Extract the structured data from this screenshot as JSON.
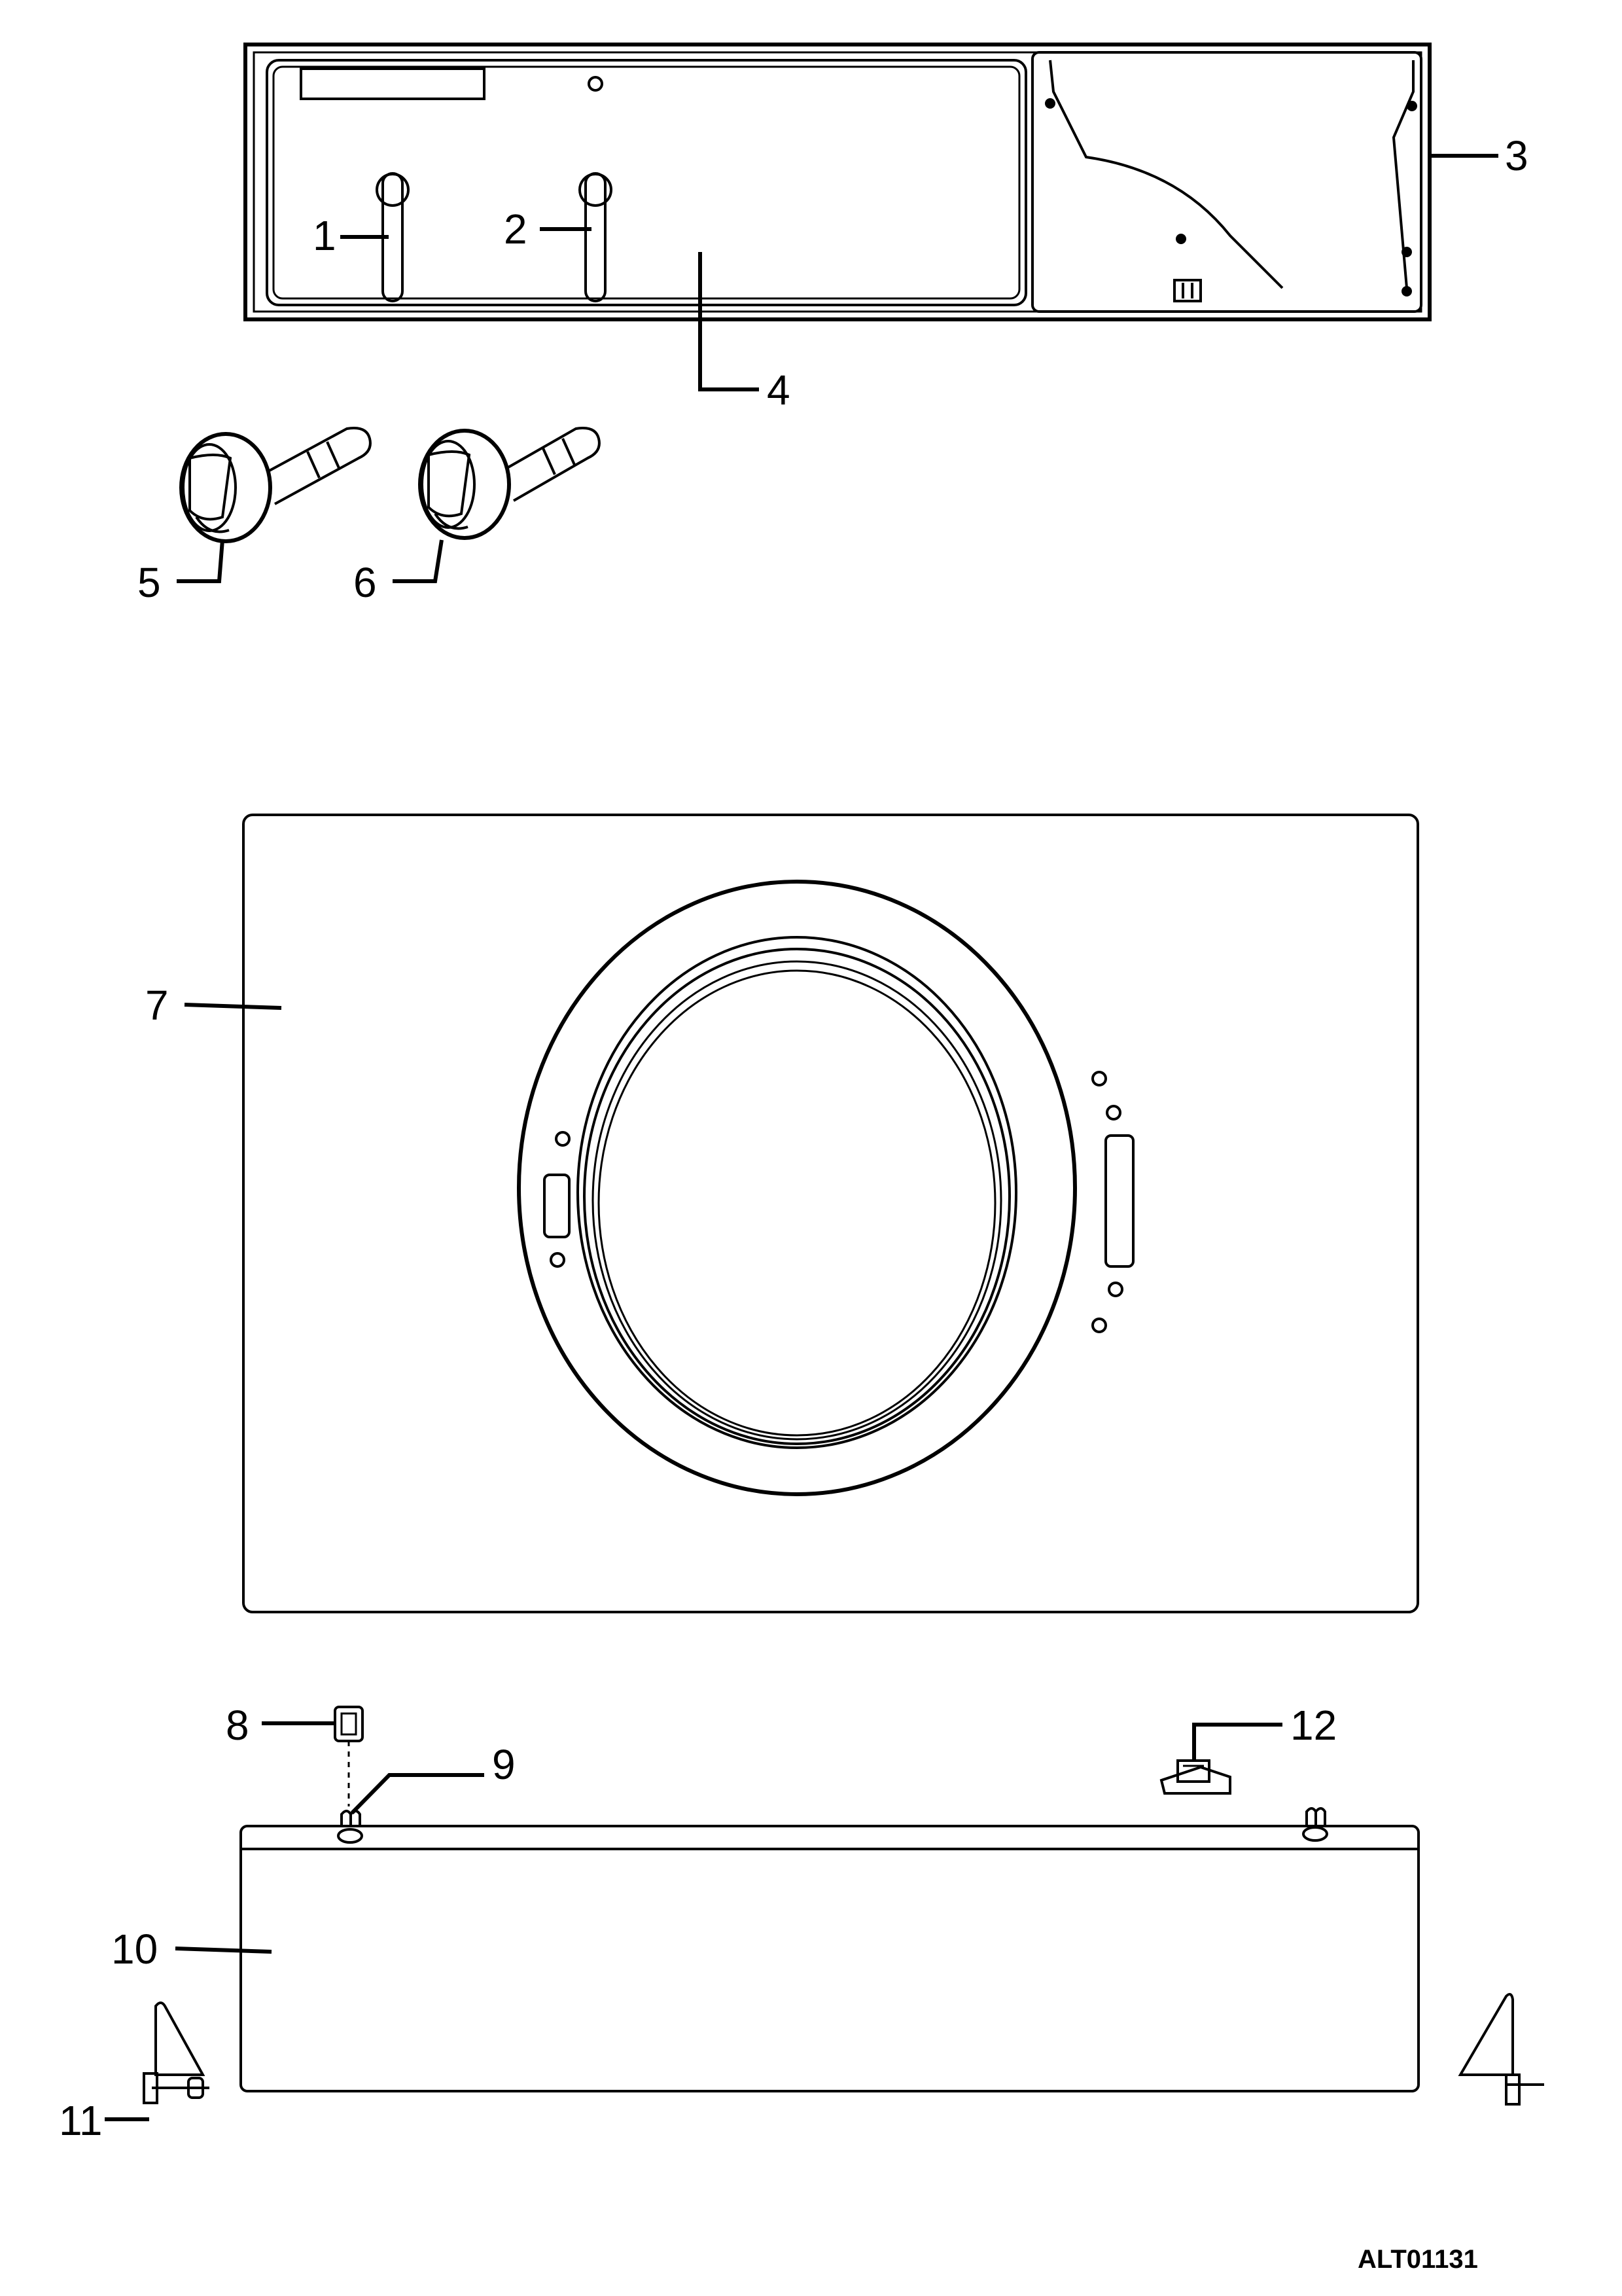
{
  "callouts": {
    "c1": "1",
    "c2": "2",
    "c3": "3",
    "c4": "4",
    "c5": "5",
    "c6": "6",
    "c7": "7",
    "c8": "8",
    "c9": "9",
    "c10": "10",
    "c11": "11",
    "c12": "12"
  },
  "drawing_code": "ALT01131"
}
